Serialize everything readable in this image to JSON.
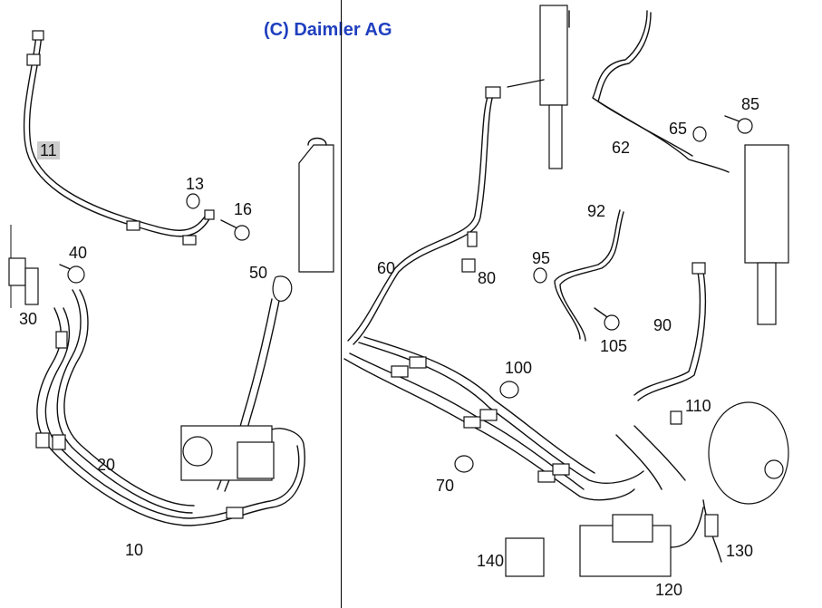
{
  "copyright": "(C) Daimler AG",
  "callouts": {
    "c10": "10",
    "c11": "11",
    "c13": "13",
    "c16": "16",
    "c20": "20",
    "c30": "30",
    "c40": "40",
    "c50": "50",
    "c60": "60",
    "c62": "62",
    "c65": "65",
    "c70": "70",
    "c80": "80",
    "c85": "85",
    "c90": "90",
    "c92": "92",
    "c95": "95",
    "c100": "100",
    "c105": "105",
    "c110": "110",
    "c120": "120",
    "c130": "130",
    "c140": "140"
  }
}
